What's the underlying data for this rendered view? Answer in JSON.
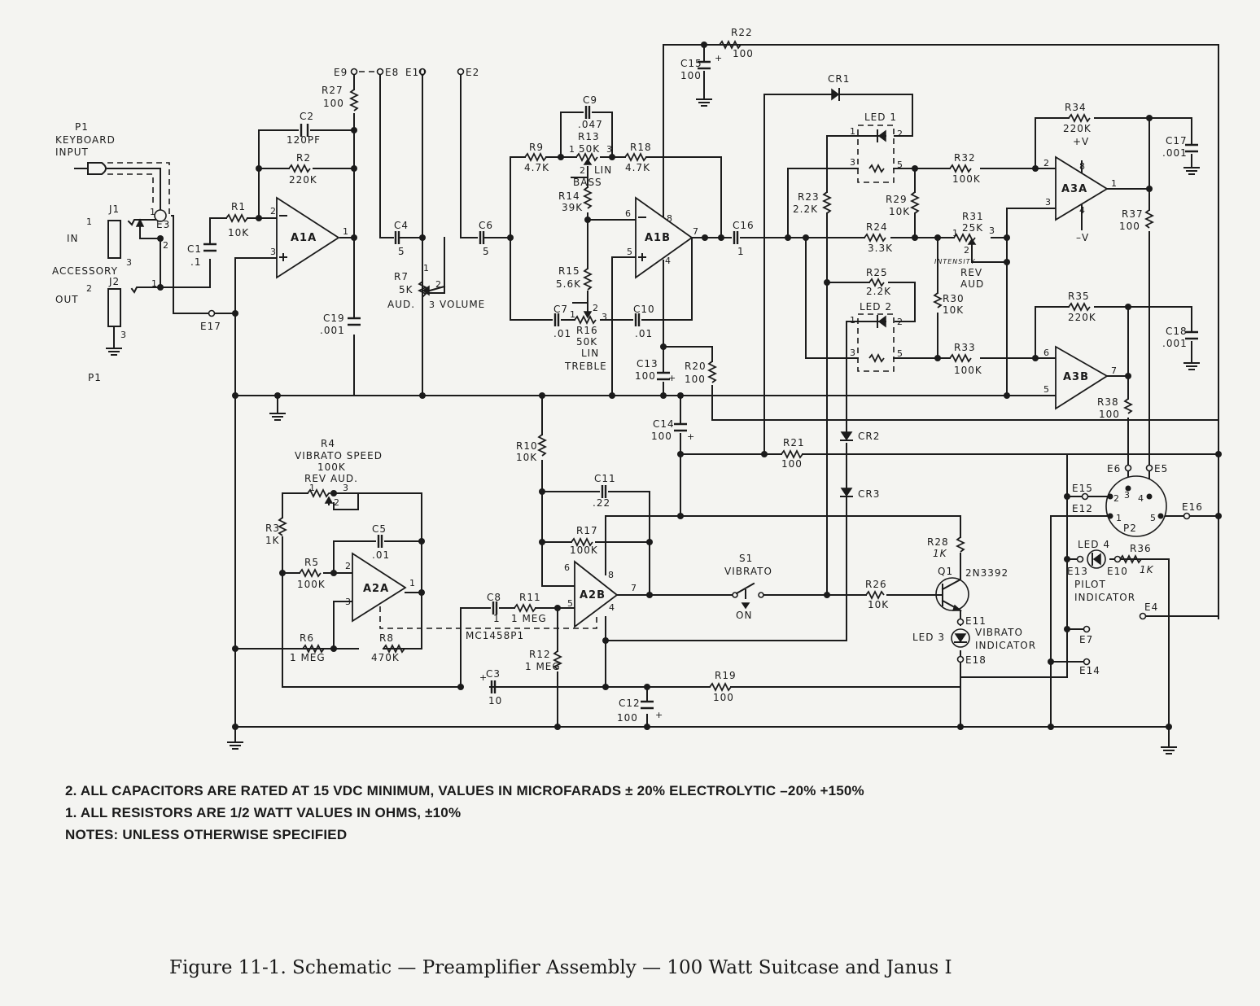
{
  "figure": {
    "caption": "Figure 11-1.  Schematic — Preamplifier Assembly — 100 Watt Suitcase and Janus I"
  },
  "notes": {
    "line2": "2.  ALL CAPACITORS ARE RATED AT 15 VDC MINIMUM, VALUES IN MICROFARADS ± 20% ELECTROLYTIC –20% +150%",
    "line1": "1.  ALL RESISTORS ARE 1/2 WATT VALUES IN OHMS, ±10%",
    "header": "NOTES:  UNLESS OTHERWISE SPECIFIED"
  },
  "connectors": {
    "p1_title": "P1",
    "p1_sub1": "KEYBOARD",
    "p1_sub2": "INPUT",
    "p1_bottom": "P1",
    "j1": "J1",
    "j2": "J2",
    "in": "IN",
    "accessory": "ACCESSORY",
    "out": "OUT",
    "p2": "P2"
  },
  "amplifiers": {
    "a1a": "A1A",
    "a1b": "A1B",
    "a2a": "A2A",
    "a2b": "A2B",
    "a3a": "A3A",
    "a3b": "A3B",
    "ic": "MC1458P1",
    "plus_v": "+V",
    "minus_v": "–V"
  },
  "resistors": {
    "r1": [
      "R1",
      "10K"
    ],
    "r2": [
      "R2",
      "220K"
    ],
    "r3": [
      "R3",
      "1K"
    ],
    "r4": [
      "R4",
      "VIBRATO SPEED",
      "100K",
      "REV AUD."
    ],
    "r5": [
      "R5",
      "100K"
    ],
    "r6": [
      "R6",
      "1 MEG"
    ],
    "r7": [
      "R7",
      "5K",
      "AUD.",
      "VOLUME"
    ],
    "r8": [
      "R8",
      "470K"
    ],
    "r9": [
      "R9",
      "4.7K"
    ],
    "r10": [
      "R10",
      "10K"
    ],
    "r11": [
      "R11",
      "1 MEG"
    ],
    "r12": [
      "R12",
      "1 MEG"
    ],
    "r13": [
      "R13",
      "50K",
      "LIN",
      "BASS"
    ],
    "r14": [
      "R14",
      "39K"
    ],
    "r15": [
      "R15",
      "5.6K"
    ],
    "r16": [
      "R16",
      "50K",
      "LIN",
      "TREBLE"
    ],
    "r17": [
      "R17",
      "100K"
    ],
    "r18": [
      "R18",
      "4.7K"
    ],
    "r19": [
      "R19",
      "100"
    ],
    "r20": [
      "R20",
      "100"
    ],
    "r21": [
      "R21",
      "100"
    ],
    "r22": [
      "R22",
      "100"
    ],
    "r23": [
      "R23",
      "2.2K"
    ],
    "r24": [
      "R24",
      "3.3K"
    ],
    "r25": [
      "R25",
      "2.2K"
    ],
    "r26": [
      "R26",
      "10K"
    ],
    "r27": [
      "R27",
      "100"
    ],
    "r28": [
      "R28",
      "1K"
    ],
    "r29": [
      "R29",
      "10K"
    ],
    "r30": [
      "R30",
      "10K"
    ],
    "r31": [
      "R31",
      "25K",
      "INTENSITY",
      "REV",
      "AUD"
    ],
    "r32": [
      "R32",
      "100K"
    ],
    "r33": [
      "R33",
      "100K"
    ],
    "r34": [
      "R34",
      "220K"
    ],
    "r35": [
      "R35",
      "220K"
    ],
    "r36": [
      "R36",
      "1K"
    ],
    "r37": [
      "R37",
      "100"
    ],
    "r38": [
      "R38",
      "100"
    ]
  },
  "capacitors": {
    "c1": [
      "C1",
      ".1"
    ],
    "c2": [
      "C2",
      "120PF"
    ],
    "c3": [
      "C3",
      "10"
    ],
    "c4": [
      "C4",
      "5"
    ],
    "c5": [
      "C5",
      ".01"
    ],
    "c6": [
      "C6",
      "5"
    ],
    "c7": [
      "C7",
      ".01"
    ],
    "c8": [
      "C8",
      "1"
    ],
    "c9": [
      "C9",
      ".047"
    ],
    "c10": [
      "C10",
      ".01"
    ],
    "c11": [
      "C11",
      ".22"
    ],
    "c12": [
      "C12",
      "100"
    ],
    "c13": [
      "C13",
      "100"
    ],
    "c14": [
      "C14",
      "100"
    ],
    "c15": [
      "C15",
      "100"
    ],
    "c16": [
      "C16",
      "1"
    ],
    "c17": [
      "C17",
      ".001"
    ],
    "c18": [
      "C18",
      ".001"
    ],
    "c19": [
      "C19",
      ".001"
    ]
  },
  "semis": {
    "cr1": "CR1",
    "cr2": "CR2",
    "cr3": "CR3",
    "led1": "LED 1",
    "led2": "LED 2",
    "led3": "LED 3",
    "led4": "LED 4",
    "q1": "Q1",
    "q1_type": "2N3392",
    "vibrato_indicator1": "VIBRATO",
    "vibrato_indicator2": "INDICATOR",
    "pilot1": "PILOT",
    "pilot2": "INDICATOR"
  },
  "switch": {
    "name": "S1",
    "label": "VIBRATO",
    "state": "ON"
  },
  "terminals": {
    "e2": "E2",
    "e3": "E3",
    "e4": "E4",
    "e5": "E5",
    "e6": "E6",
    "e7": "E7",
    "e8": "E8",
    "e9": "E9",
    "e10a": "E10",
    "e10b": "E10",
    "e11": "E11",
    "e12": "E12",
    "e13": "E13",
    "e14": "E14",
    "e15": "E15",
    "e16": "E16",
    "e17": "E17",
    "e18": "E18"
  }
}
